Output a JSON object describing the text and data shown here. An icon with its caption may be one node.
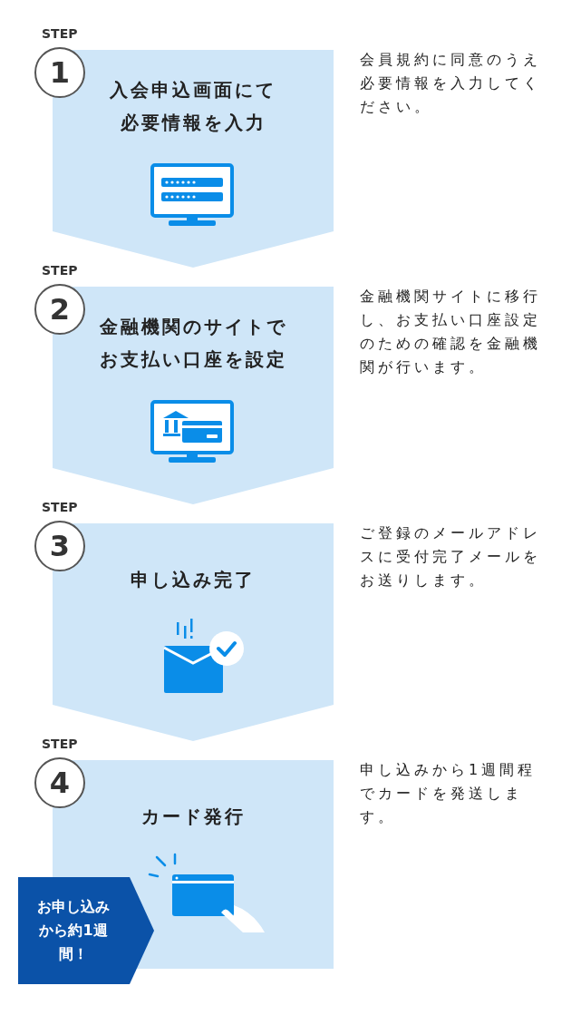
{
  "diagram": {
    "nodes": [
      {
        "text": [
          "入会申込画面にて必要情報を入力"
        ],
        "beside": [
          "会員規約に同意のうえ必要情報を入力してください。"
        ]
      },
      {
        "text": [
          "金融機関のサイトでお支払い口座を設定"
        ],
        "beside": [
          "金融機関サイトに移行し、お支払い口座設定のための確認を金融機関が行います。"
        ]
      },
      {
        "text": [
          "申し込み完了"
        ],
        "beside": [
          "ご登録のメールアドレスに受付完了メールをお送りします。"
        ]
      },
      {
        "text": [
          "カード発行"
        ],
        "beside": [
          "申し込みから1週間程でカードを発送します。"
        ]
      },
      {
        "text": [
          "お申し込みから約1週間！"
        ]
      }
    ],
    "labels": [
      "STEP",
      "1",
      "STEP",
      "2",
      "STEP",
      "3",
      "STEP",
      "4"
    ]
  }
}
